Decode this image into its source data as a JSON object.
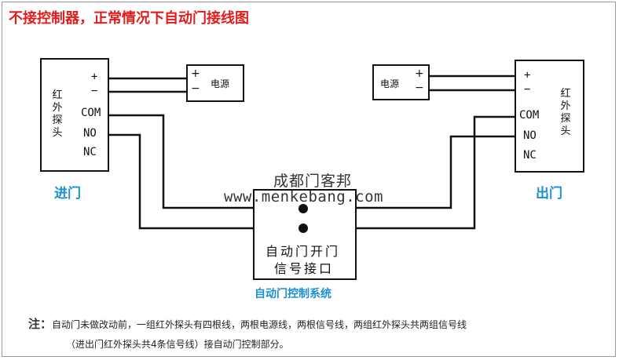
{
  "title": "不接控制器，正常情况下自动门接线图",
  "left_sensor": {
    "name": "红外探头",
    "terminals": [
      "+",
      "−",
      "COM",
      "NO",
      "NC"
    ],
    "caption": "进门"
  },
  "right_sensor": {
    "name": "红外探头",
    "terminals": [
      "+",
      "−",
      "COM",
      "NO",
      "NC"
    ],
    "caption": "出门"
  },
  "left_power": {
    "label": "电源",
    "terminals": [
      "+",
      "−"
    ]
  },
  "right_power": {
    "label": "电源",
    "terminals": [
      "+",
      "−"
    ]
  },
  "interface": {
    "line1": "自动门开门",
    "line2": "信号接口",
    "caption": "自动门控制系统"
  },
  "watermark": {
    "line1": "成都门客邦",
    "line2": "www.menkebang.com"
  },
  "note": {
    "label": "注：",
    "line1": "自动门未做改动前，一组红外探头有四根线，两根电源线，两根信号线，两组红外探头共两组信号线",
    "line2": "（进出门红外探头共4条信号线）接自动门控制部分。"
  },
  "colors": {
    "title": "#e21c1c",
    "caption": "#1a8fd1",
    "wire": "#111111"
  }
}
